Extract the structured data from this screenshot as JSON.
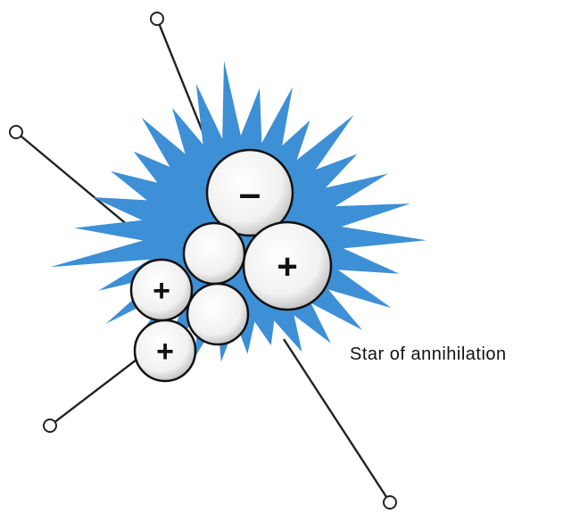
{
  "diagram": {
    "caption": "Star of annihilation",
    "colors": {
      "star": "#3d8fd6",
      "particle_fill": "#f4f4f4",
      "particle_edge": "#111111",
      "track": "#222222",
      "background": "#ffffff"
    },
    "particles": [
      {
        "id": "top-negative",
        "sign": "–"
      },
      {
        "id": "upper-middle-neutral",
        "sign": ""
      },
      {
        "id": "right-positive",
        "sign": "+"
      },
      {
        "id": "left-upper-positive",
        "sign": "+"
      },
      {
        "id": "lower-middle-neutral",
        "sign": ""
      },
      {
        "id": "left-lower-positive",
        "sign": "+"
      }
    ],
    "tracks": [
      {
        "id": "track-top"
      },
      {
        "id": "track-left"
      },
      {
        "id": "track-bottom-left"
      },
      {
        "id": "track-bottom-right"
      }
    ]
  }
}
